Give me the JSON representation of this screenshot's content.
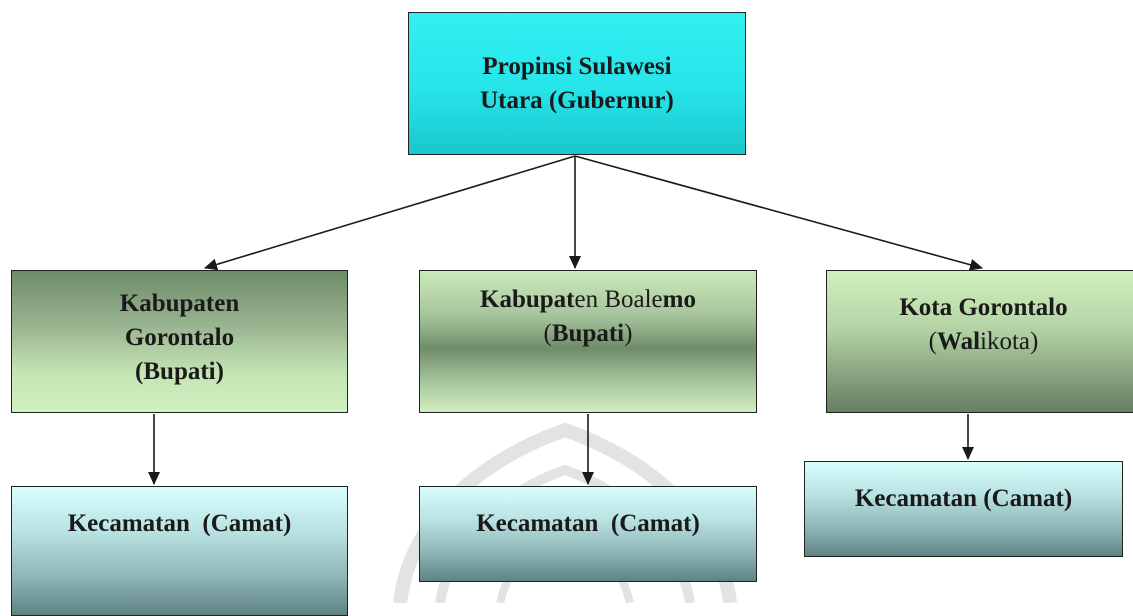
{
  "nodes": {
    "top": {
      "line1": "Propinsi Sulawesi",
      "line2": "Utara (Gubernur)"
    },
    "kab_gorontalo": {
      "line1": "Kabupaten",
      "line2": "Gorontalo",
      "line3": "(Bupati)"
    },
    "kab_boalemo": {
      "l1_a": "Kabupat",
      "l1_b": "en Boale",
      "l1_c": "mo",
      "l2_a": "(",
      "l2_b": "Bupati",
      "l2_c": ")"
    },
    "kota_gorontalo": {
      "line1": "Kota Gorontalo",
      "l2_a": "(",
      "l2_b": "Wal",
      "l2_c": "ikota)"
    },
    "kec_1": {
      "label": "Kecamatan  (Camat)"
    },
    "kec_2": {
      "label": "Kecamatan  (Camat)"
    },
    "kec_3": {
      "label": "Kecamatan (Camat)"
    }
  },
  "colors": {
    "top_fill": "#26e4e8",
    "kabupaten_fill": "#98b38f",
    "kecamatan_fill": "#8fb5b6",
    "border": "#222222",
    "arrow": "#1a1a1a",
    "watermark": "#e3e3e3"
  }
}
